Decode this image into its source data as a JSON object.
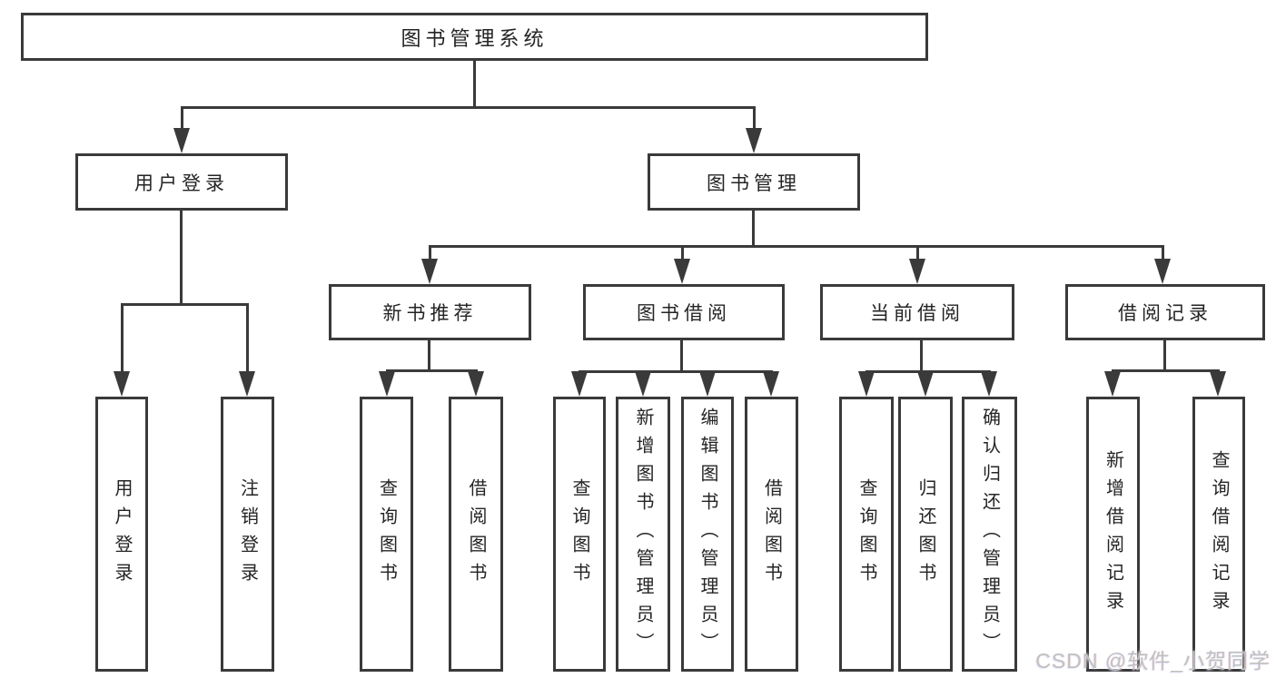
{
  "diagram": {
    "title": "图书管理系统",
    "level2": [
      {
        "id": "user-login",
        "label": "用户登录"
      },
      {
        "id": "book-management",
        "label": "图书管理"
      }
    ],
    "level3": [
      {
        "id": "new-book-recommend",
        "label": "新书推荐"
      },
      {
        "id": "book-borrowing",
        "label": "图书借阅"
      },
      {
        "id": "current-borrowing",
        "label": "当前借阅"
      },
      {
        "id": "borrowing-records",
        "label": "借阅记录"
      }
    ],
    "leaves": {
      "user_login": [
        "用户登录",
        "注销登录"
      ],
      "new_book_recommend": [
        "查询图书",
        "借阅图书"
      ],
      "book_borrowing": [
        "查询图书",
        "新增图书（管理员）",
        "编辑图书（管理员）",
        "借阅图书"
      ],
      "current_borrowing": [
        "查询图书",
        "归还图书",
        "确认归还（管理员）"
      ],
      "borrowing_records": [
        "新增借阅记录",
        "查询借阅记录"
      ]
    },
    "colors": {
      "line": "#3a3a3a",
      "box_background": "#ffffff",
      "text": "#242424",
      "page_background": "#ffffff",
      "watermark": "#c0c0c0"
    }
  },
  "watermark": "CSDN @软件_小贺同学"
}
